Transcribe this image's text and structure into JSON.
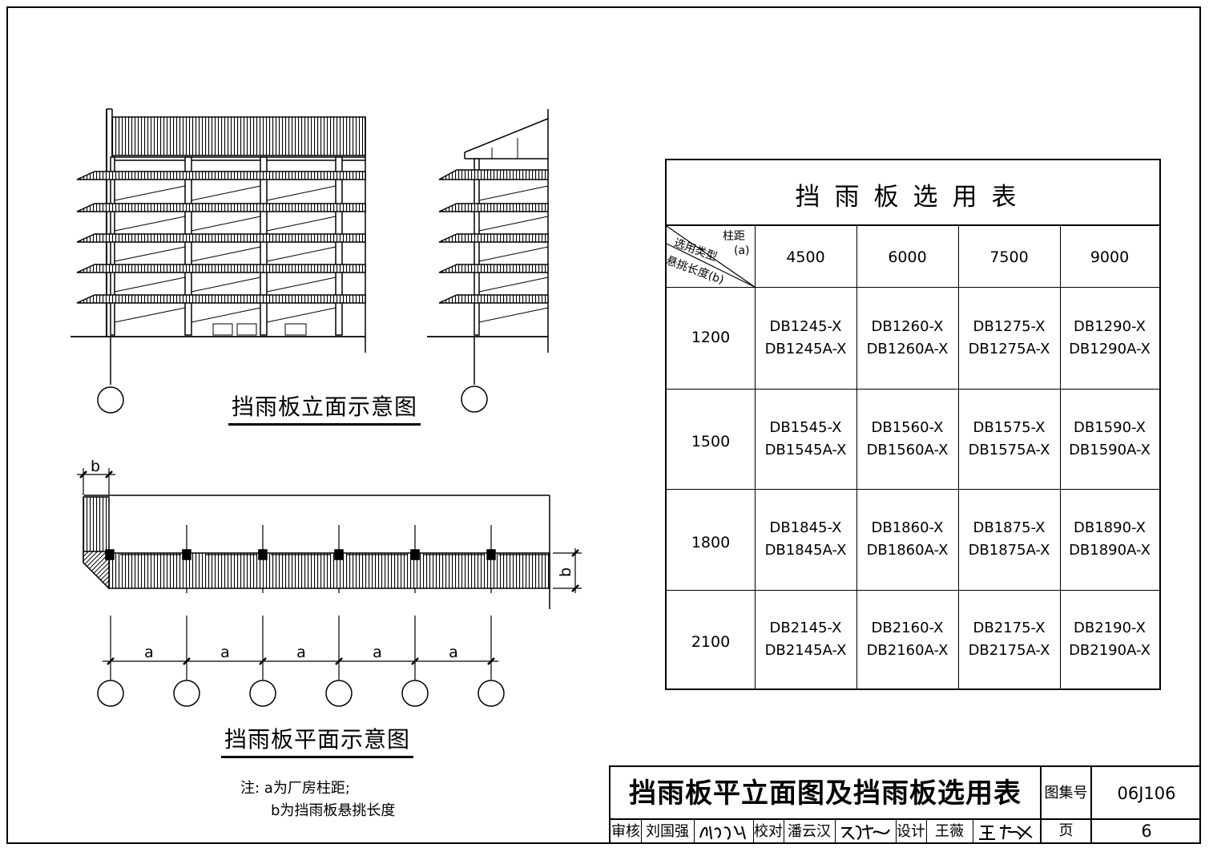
{
  "elevation": {
    "caption": "挡雨板立面示意图"
  },
  "plan": {
    "caption": "挡雨板平面示意图",
    "dim_b_top": "b",
    "dim_b_side": "b",
    "dim_a": [
      "a",
      "a",
      "a",
      "a",
      "a"
    ]
  },
  "notes": {
    "line1": "注: a为厂房柱距;",
    "line2": "b为挡雨板悬挑长度"
  },
  "table": {
    "title": "挡雨板选用表",
    "corner": {
      "top_right": "柱距",
      "top_right_sub": "(a)",
      "middle": "选用类型",
      "bottom_left": "悬挑长度(b)"
    },
    "columns": [
      "4500",
      "6000",
      "7500",
      "9000"
    ],
    "rows": [
      {
        "label": "1200",
        "cells": [
          [
            "DB1245-X",
            "DB1245A-X"
          ],
          [
            "DB1260-X",
            "DB1260A-X"
          ],
          [
            "DB1275-X",
            "DB1275A-X"
          ],
          [
            "DB1290-X",
            "DB1290A-X"
          ]
        ]
      },
      {
        "label": "1500",
        "cells": [
          [
            "DB1545-X",
            "DB1545A-X"
          ],
          [
            "DB1560-X",
            "DB1560A-X"
          ],
          [
            "DB1575-X",
            "DB1575A-X"
          ],
          [
            "DB1590-X",
            "DB1590A-X"
          ]
        ]
      },
      {
        "label": "1800",
        "cells": [
          [
            "DB1845-X",
            "DB1845A-X"
          ],
          [
            "DB1860-X",
            "DB1860A-X"
          ],
          [
            "DB1875-X",
            "DB1875A-X"
          ],
          [
            "DB1890-X",
            "DB1890A-X"
          ]
        ]
      },
      {
        "label": "2100",
        "cells": [
          [
            "DB2145-X",
            "DB2145A-X"
          ],
          [
            "DB2160-X",
            "DB2160A-X"
          ],
          [
            "DB2175-X",
            "DB2175A-X"
          ],
          [
            "DB2190-X",
            "DB2190A-X"
          ]
        ]
      }
    ]
  },
  "title_block": {
    "main_title": "挡雨板平立面图及挡雨板选用表",
    "atlas_label": "图集号",
    "atlas_no": "06J106",
    "review_label": "审核",
    "reviewer": "刘国强",
    "check_label": "校对",
    "checker": "潘云汉",
    "design_label": "设计",
    "designer": "王薇",
    "page_label": "页",
    "page_no": "6"
  }
}
